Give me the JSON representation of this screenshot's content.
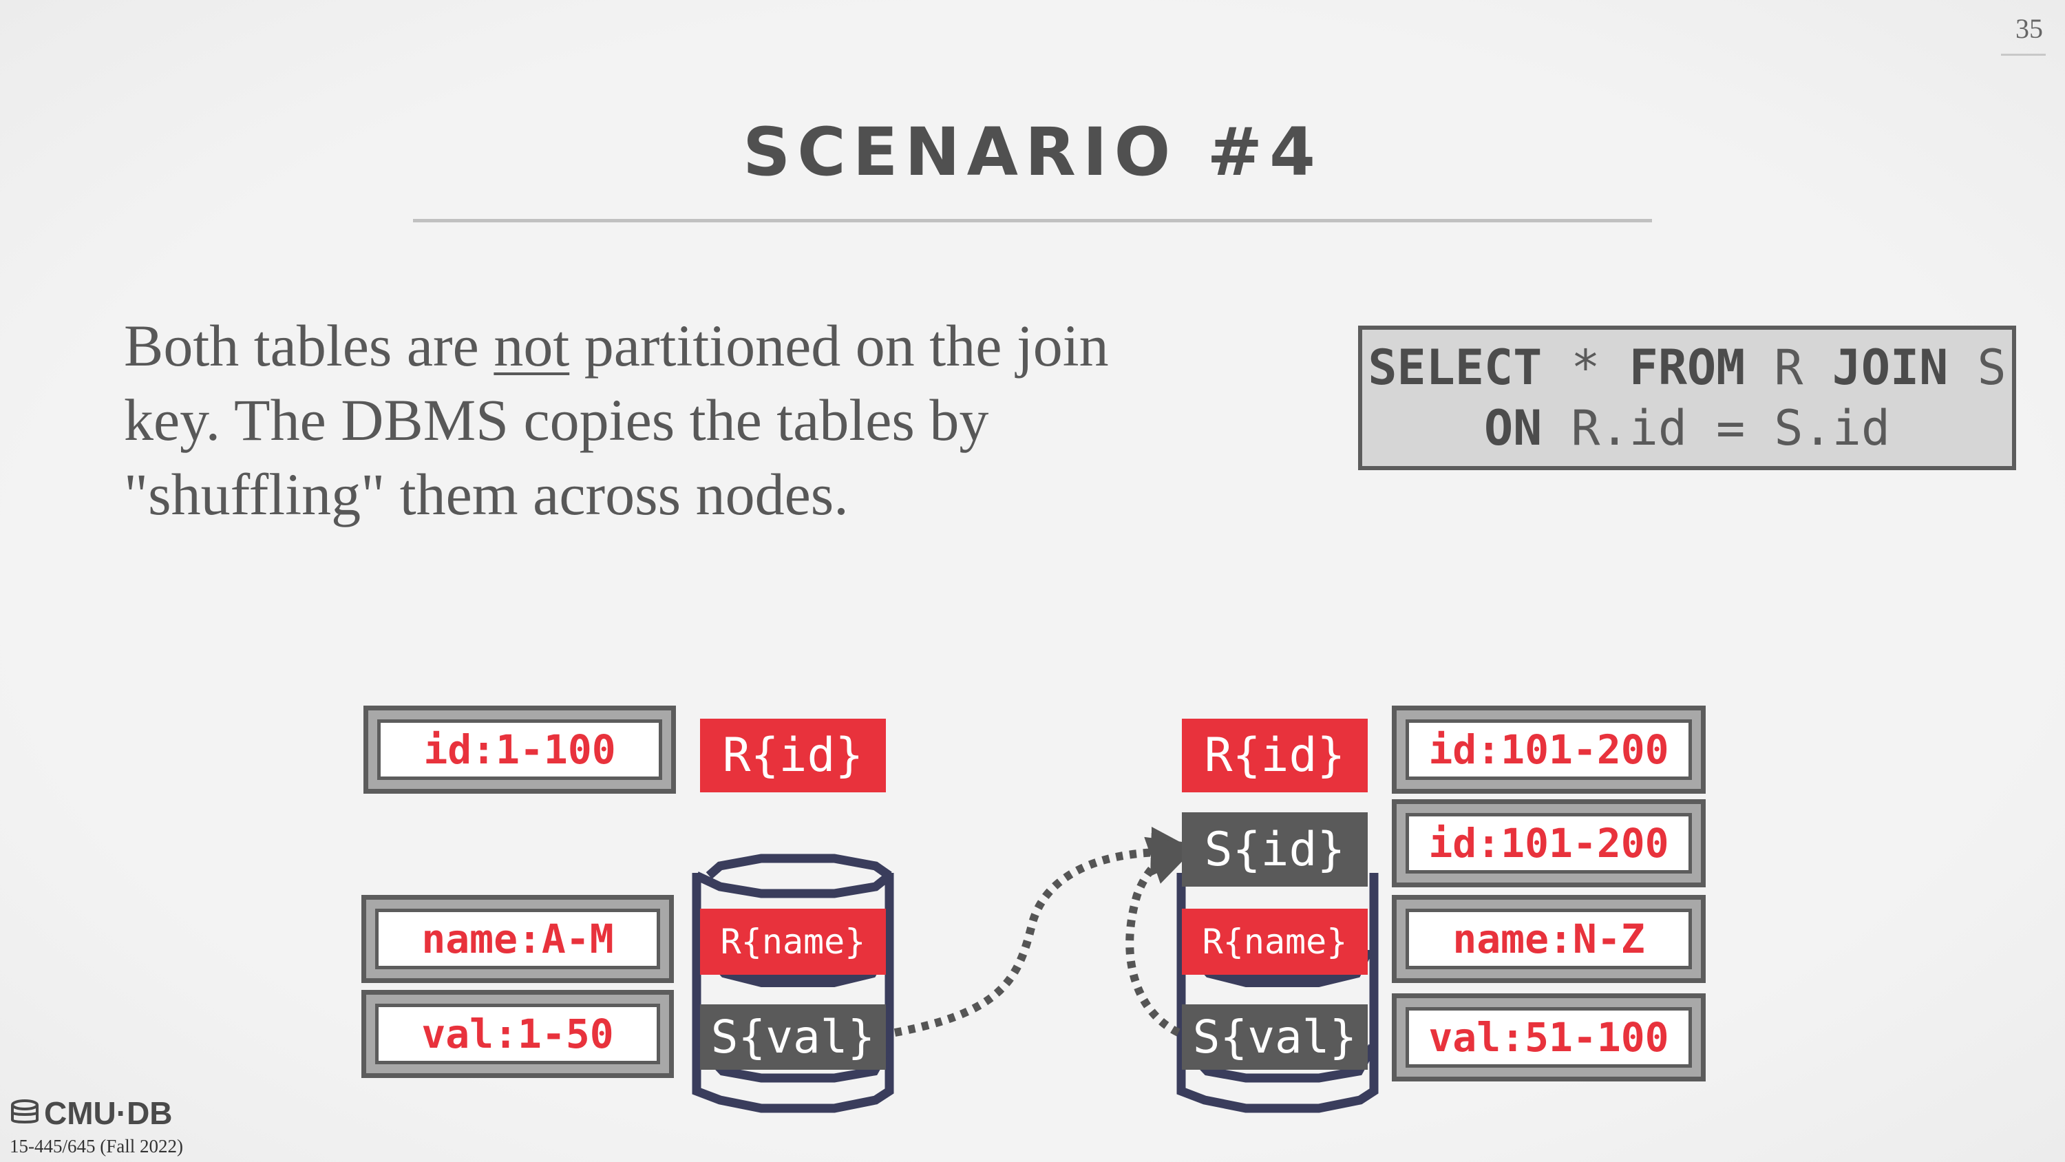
{
  "slide": {
    "page_number": "35",
    "title": "SCENARIO #4",
    "body": {
      "part1": "Both tables are ",
      "emphasis": "not",
      "part2": " partitioned on the join key. The DBMS copies the tables by \"shuffling\" them across nodes."
    },
    "query": {
      "kw_select": "SELECT",
      "star": " * ",
      "kw_from": "FROM",
      "table_r": " R ",
      "kw_join": "JOIN",
      "table_s": " S",
      "kw_on": "ON",
      "condition": " R.id = S.id"
    }
  },
  "left_node": {
    "ranges": [
      "id:1-100",
      "name:A-M",
      "val:1-50"
    ],
    "tag_top": "R{id}",
    "tag_mid": "R{name}",
    "tag_bottom": "S{val}"
  },
  "right_node": {
    "ranges": [
      "id:101-200",
      "id:101-200",
      "name:N-Z",
      "val:51-100"
    ],
    "tag_top": "R{id}",
    "tag_second": "S{id}",
    "tag_mid": "R{name}",
    "tag_bottom": "S{val}"
  },
  "footer": {
    "logo": "CMU·DB",
    "course": "15-445/645 (Fall 2022)"
  },
  "colors": {
    "accent_red": "#e8323c",
    "dark_tag": "#5a5a5a",
    "node_outline": "#3a3d5c",
    "arrow": "#555555"
  }
}
